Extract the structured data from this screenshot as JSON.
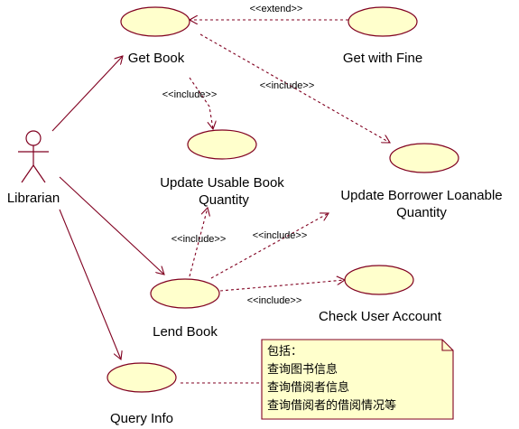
{
  "actor": {
    "name": "Librarian"
  },
  "use_cases": {
    "get_book": "Get Book",
    "get_with_fine": "Get with Fine",
    "update_usable_line1": "Update Usable Book",
    "update_usable_line2": "Quantity",
    "update_borrower_line1": "Update Borrower Loanable",
    "update_borrower_line2": "Quantity",
    "lend_book": "Lend Book",
    "check_user_account": "Check User Account",
    "query_info": "Query Info"
  },
  "relations": {
    "extend": "<<extend>>",
    "include_get_usable": "<<include>>",
    "include_get_borrower": "<<include>>",
    "include_lend_usable": "<<include>>",
    "include_lend_borrower": "<<include>>",
    "include_lend_check": "<<include>>"
  },
  "note": {
    "line1": "包括：",
    "line2": "查询图书信息",
    "line3": "查询借阅者信息",
    "line4": "查询借阅者的借阅情况等"
  },
  "colors": {
    "stroke": "#800020",
    "fill": "#ffffcc"
  }
}
